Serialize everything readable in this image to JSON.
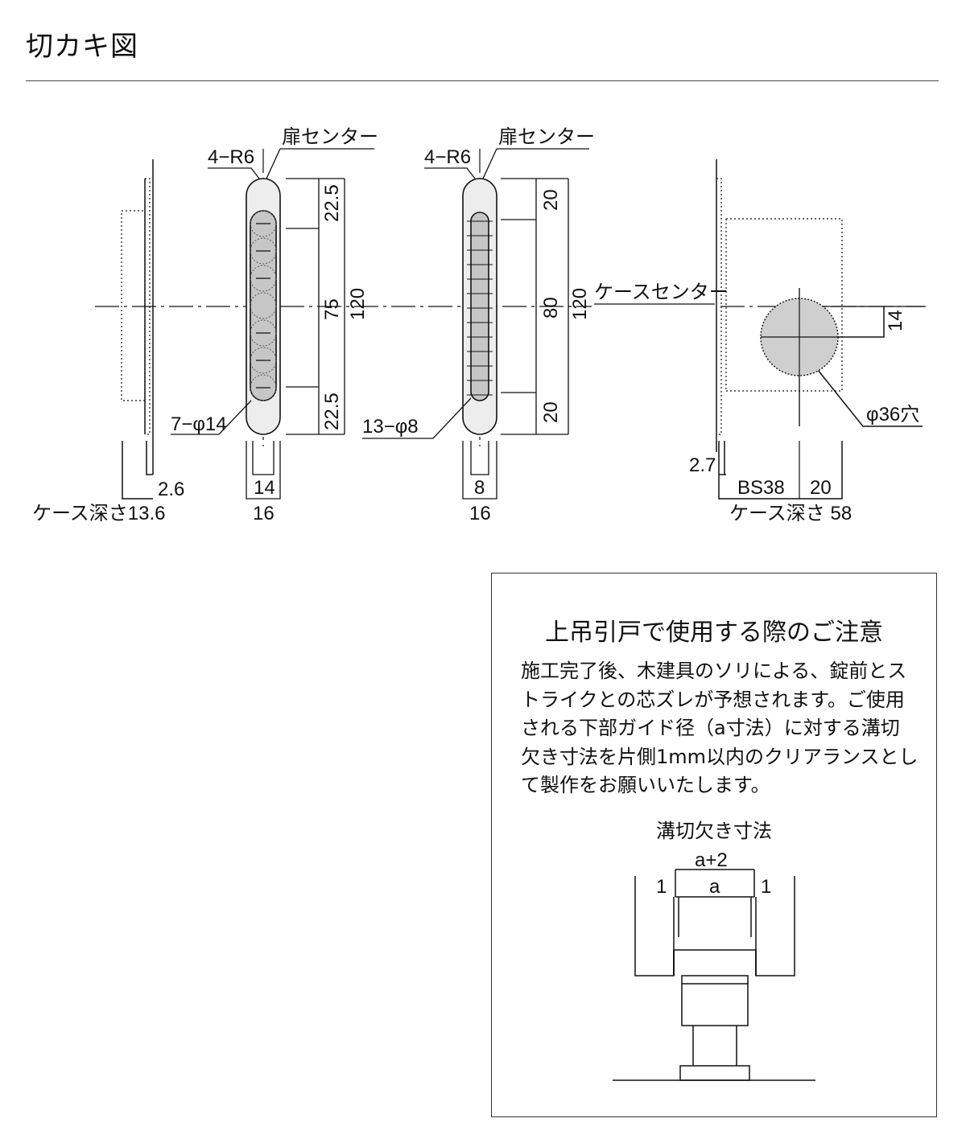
{
  "header": {
    "title": "切カキ図"
  },
  "labels": {
    "door_center": "扉センター",
    "radius": "4−R6",
    "case_center": "ケースセンター",
    "case_depth_left": "ケース深さ13.6",
    "case_depth_right": "ケース深さ 58"
  },
  "dims": {
    "plate_offset_left": "2.6",
    "dim_22_5": "22.5",
    "dim_75": "75",
    "dim_120": "120",
    "holes_a": "7−φ14",
    "width_14": "14",
    "width_16": "16",
    "dim_20": "20",
    "dim_80": "80",
    "holes_b": "13−φ8",
    "width_8": "8",
    "dim_14": "14",
    "hole_36": "φ36穴",
    "plate_offset_right": "2.7",
    "bs38": "BS38",
    "dim_20_b": "20"
  },
  "notice": {
    "title": "上吊引戸で使用する際のご注意",
    "body": "施工完了後、木建具のソリによる、錠前とストライクとの芯ズレが予想されます。ご使用される下部ガイド径（a寸法）に対する溝切欠き寸法を片側1mm以内のクリアランスとして製作をお願いいたします。",
    "subtitle": "溝切欠き寸法",
    "dim_total": "a+2",
    "dim_a": "a",
    "dim_left": "1",
    "dim_right": "1"
  }
}
